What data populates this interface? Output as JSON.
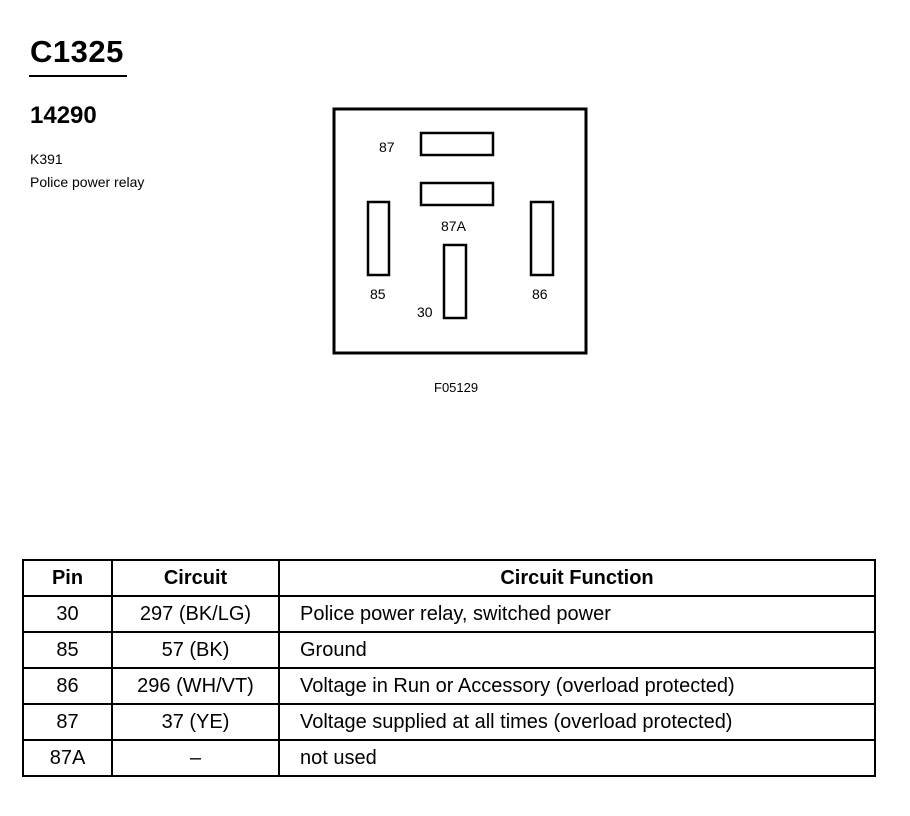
{
  "header": {
    "connector_id": "C1325",
    "part_number": "14290",
    "component_ref": "K391",
    "component_name": "Police power relay"
  },
  "diagram": {
    "figure_id": "F05129",
    "terminals": [
      {
        "label": "87",
        "orientation": "horizontal"
      },
      {
        "label": "87A",
        "orientation": "horizontal"
      },
      {
        "label": "85",
        "orientation": "vertical"
      },
      {
        "label": "30",
        "orientation": "vertical"
      },
      {
        "label": "86",
        "orientation": "vertical"
      }
    ]
  },
  "table": {
    "headers": [
      "Pin",
      "Circuit",
      "Circuit Function"
    ],
    "rows": [
      {
        "pin": "30",
        "circuit": "297 (BK/LG)",
        "function": "Police power relay, switched power"
      },
      {
        "pin": "85",
        "circuit": "57 (BK)",
        "function": "Ground"
      },
      {
        "pin": "86",
        "circuit": "296 (WH/VT)",
        "function": "Voltage in Run or Accessory (overload protected)"
      },
      {
        "pin": "87",
        "circuit": "37 (YE)",
        "function": "Voltage supplied at all times (overload protected)"
      },
      {
        "pin": "87A",
        "circuit": "–",
        "function": "not used"
      }
    ]
  }
}
